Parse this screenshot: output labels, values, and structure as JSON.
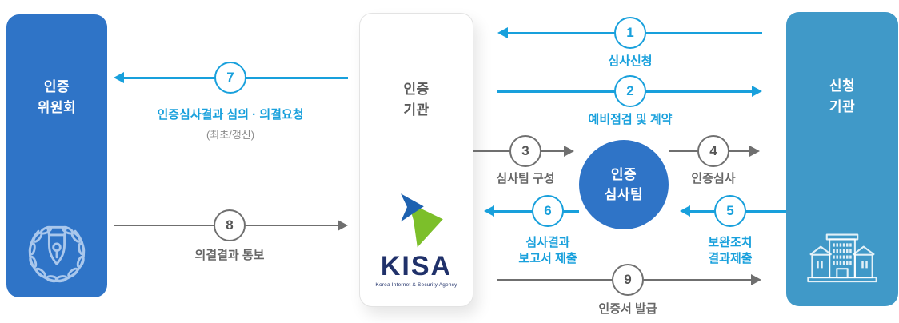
{
  "diagram": {
    "boxes": {
      "committee": {
        "title": "인증\n위원회"
      },
      "certification_body": {
        "title": "인증\n기관"
      },
      "applicant": {
        "title": "신청\n기관"
      },
      "audit_team": {
        "title": "인증\n심사팀"
      }
    },
    "kisa_logo": {
      "text": "KISA",
      "subtext": "Korea Internet & Security Agency"
    },
    "steps": [
      {
        "num": "1",
        "label": "심사신청",
        "color": "blue",
        "direction": "left"
      },
      {
        "num": "2",
        "label": "예비점검 및 계약",
        "color": "blue",
        "direction": "right"
      },
      {
        "num": "3",
        "label": "심사팀 구성",
        "color": "gray",
        "direction": "right"
      },
      {
        "num": "4",
        "label": "인증심사",
        "color": "gray",
        "direction": "right"
      },
      {
        "num": "5",
        "label": "보완조치\n결과제출",
        "color": "blue",
        "direction": "left"
      },
      {
        "num": "6",
        "label": "심사결과\n보고서 제출",
        "color": "blue",
        "direction": "left"
      },
      {
        "num": "7",
        "label": "인증심사결과 심의 · 의결요청",
        "sub": "(최초/갱신)",
        "color": "blue",
        "direction": "left"
      },
      {
        "num": "8",
        "label": "의결결과 통보",
        "color": "gray",
        "direction": "right"
      },
      {
        "num": "9",
        "label": "인증서 발급",
        "color": "gray",
        "direction": "right"
      }
    ],
    "colors": {
      "box_blue": "#2F74C7",
      "box_teal": "#4099C8",
      "arrow_blue": "#18A0DC",
      "arrow_gray": "#6F6F6F",
      "label_gray": "#666666",
      "sub_gray": "#8A8A8A",
      "kisa_navy": "#20316A",
      "kisa_green": "#7CBF2A",
      "kisa_blue": "#1E62B0"
    }
  }
}
